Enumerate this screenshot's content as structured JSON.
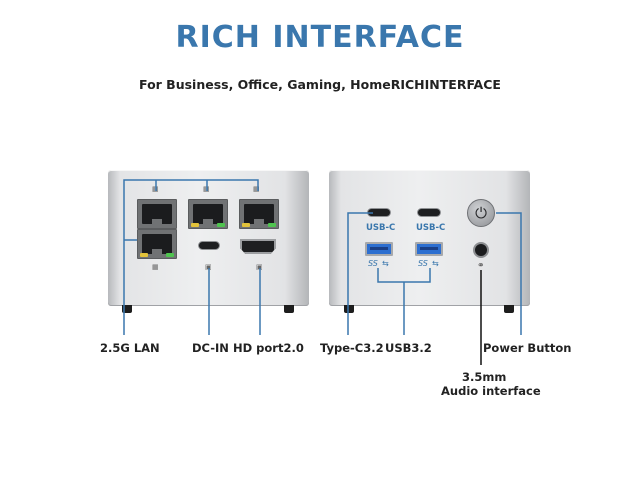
{
  "title": "RICH INTERFACE",
  "subtitle": "For Business, Office, Gaming, HomeRICHINTERFACE",
  "left_panel": {
    "labels": {
      "lan": "2.5G LAN",
      "dc_in": "DC-IN",
      "hd_port": "HD port2.0"
    }
  },
  "right_panel": {
    "port_text": {
      "usb_c_1": "USB-C",
      "usb_c_2": "USB-C",
      "ss_1": "SS",
      "ss_2": "SS"
    },
    "labels": {
      "type_c": "Type-C3.2",
      "usb32": "USB3.2",
      "power_button": "Power Button",
      "audio_line1": "3.5mm",
      "audio_line2": "Audio interface"
    }
  },
  "colors": {
    "accent": "#3a77ad",
    "usb_a_blue": "#2d6fd0",
    "led_green": "#4fc44f",
    "led_yellow": "#e2c23a"
  },
  "icons": [
    "network-icon",
    "power-icon",
    "headphone-icon",
    "usb-icon",
    "hdmi-icon",
    "dc-icon"
  ]
}
